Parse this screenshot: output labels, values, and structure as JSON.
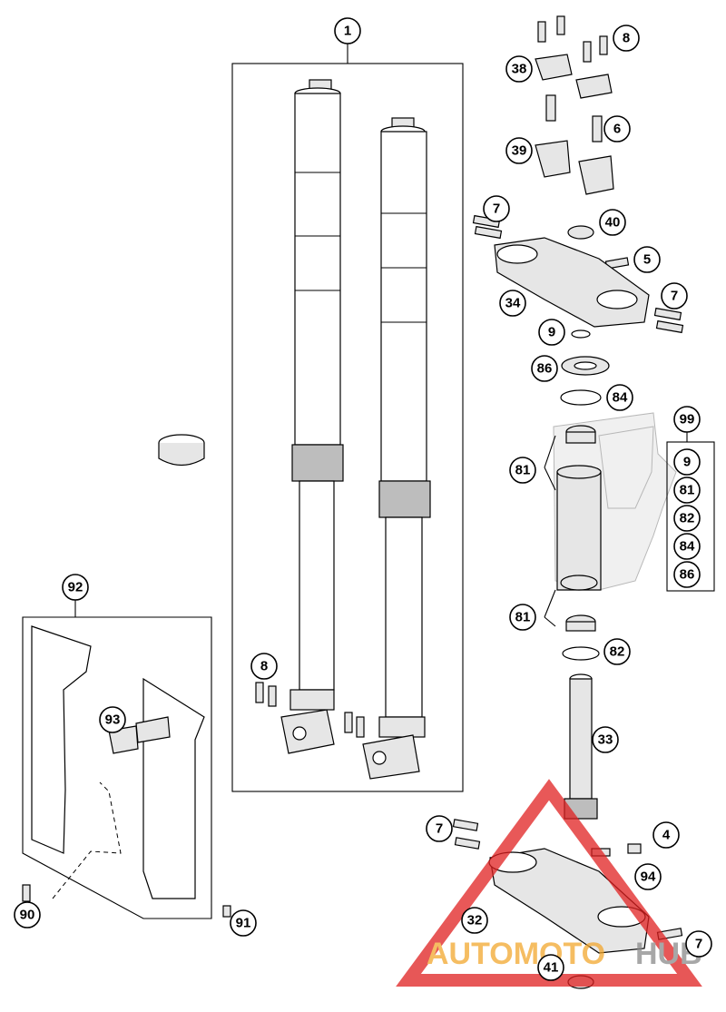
{
  "callouts": {
    "c1": "1",
    "c8_top": "8",
    "c38": "38",
    "c6": "6",
    "c39": "39",
    "c7_a": "7",
    "c40": "40",
    "c5": "5",
    "c7_b": "7",
    "c34": "34",
    "c9": "9",
    "c86": "86",
    "c84": "84",
    "c99": "99",
    "c81_a": "81",
    "c81_b": "81",
    "c82": "82",
    "c33": "33",
    "c8_left": "8",
    "c92": "92",
    "c93": "93",
    "c90": "90",
    "c91": "91",
    "c7_c": "7",
    "c4": "4",
    "c94": "94",
    "c32": "32",
    "c7_d": "7",
    "c41": "41"
  },
  "kit_list": [
    "9",
    "81",
    "82",
    "84",
    "86"
  ],
  "watermark": {
    "part1": "AUTOMOTO",
    "part2": "HUB",
    "color1": "#f2a72e",
    "color2": "#8a8a8a",
    "triangle_color": "#e02020"
  }
}
